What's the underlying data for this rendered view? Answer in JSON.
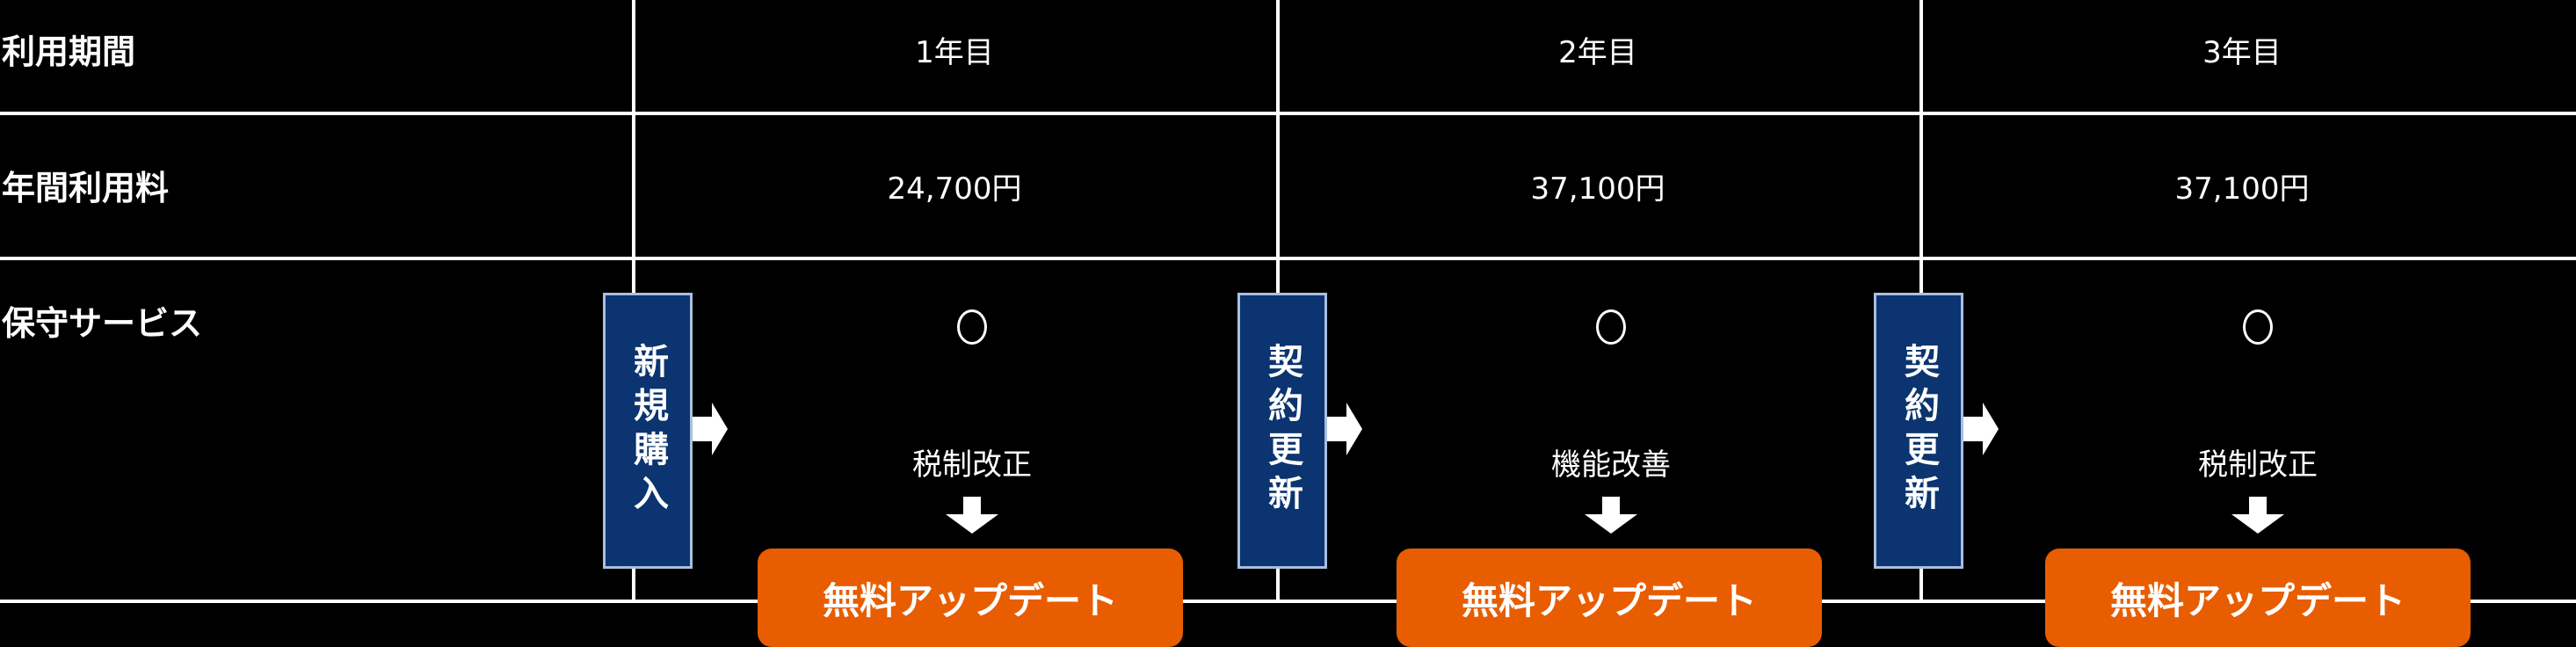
{
  "rows": {
    "period": "利用期間",
    "fee": "年間利用料",
    "service": "保守サービス"
  },
  "columns": [
    {
      "year": "1年目",
      "fee": "24,700円",
      "service_mark": "○",
      "event": "税制改正",
      "update_button": "無料アップデート",
      "contract": "新規購入"
    },
    {
      "year": "2年目",
      "fee": "37,100円",
      "service_mark": "○",
      "event": "機能改善",
      "update_button": "無料アップデート",
      "contract": "契約更新"
    },
    {
      "year": "3年目",
      "fee": "37,100円",
      "service_mark": "○",
      "event": "税制改正",
      "update_button": "無料アップデート",
      "contract": "契約更新"
    }
  ],
  "colors": {
    "background": "#000000",
    "contract_box": "#0b3470",
    "contract_border": "#a9bfe0",
    "update_button": "#e85d00",
    "lines": "#ffffff"
  }
}
